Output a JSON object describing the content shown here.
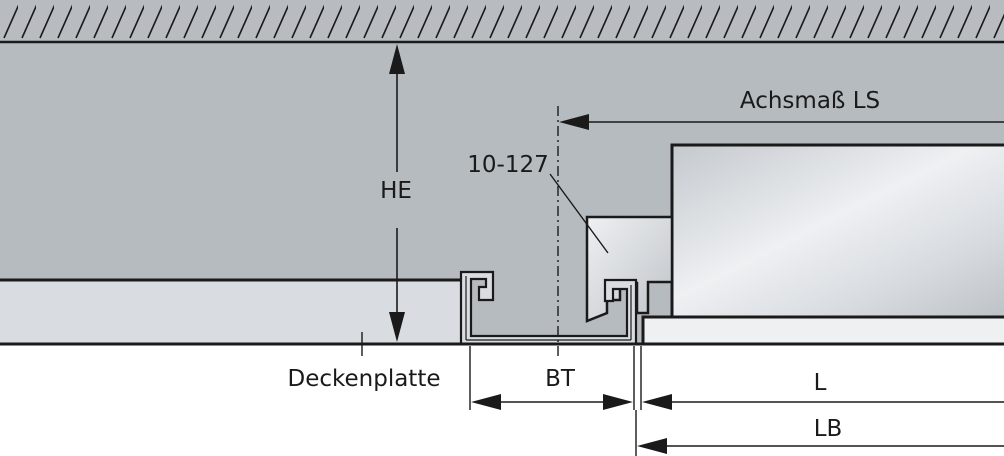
{
  "labels": {
    "he": "HE",
    "axis_distance": "Achsmaß LS",
    "part_number": "10-127",
    "ceiling_panel": "Deckenplatte",
    "bt": "BT",
    "l": "L",
    "lb": "LB"
  },
  "colors": {
    "ceiling_void": "#b6bbbf",
    "ceiling_panel": "#d9dde2",
    "outline": "#1a1a1a",
    "hatch_background": "#b8bcc0",
    "luminaire_light": "#eef0f2",
    "luminaire_dark": "#bcc1c6"
  }
}
